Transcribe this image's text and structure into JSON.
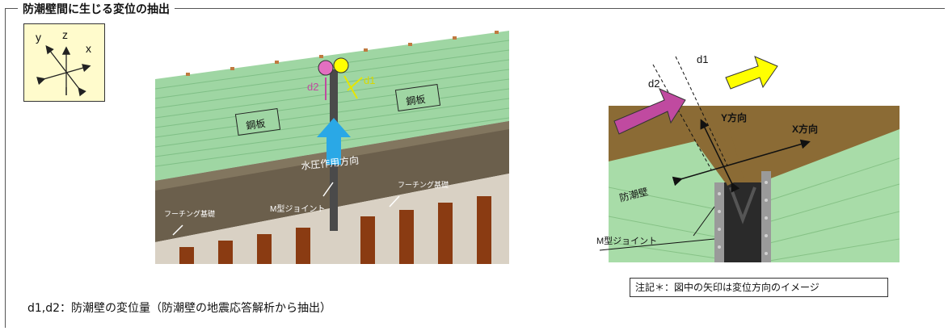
{
  "frame": {
    "title": "防潮壁間に生じる変位の抽出"
  },
  "axis_legend": {
    "y": "y",
    "z": "z",
    "x": "x"
  },
  "left_figure": {
    "label_d1": "d1",
    "label_d2": "d2",
    "steel_plate_left": "鋼板",
    "steel_plate_right": "鋼板",
    "water_pressure": "水圧作用方向",
    "m_joint": "M型ジョイント",
    "footing_left": "フーチング基礎",
    "footing_right": "フーチング基礎"
  },
  "right_figure": {
    "label_d1": "d1",
    "label_d2": "d2",
    "y_direction": "Y方向",
    "x_direction": "X方向",
    "seawall": "防潮壁",
    "m_joint": "M型ジョイント"
  },
  "caption": "d1,d2：防潮壁の変位量（防潮壁の地震応答解析から抽出）",
  "note": "注記＊：図中の矢印は変位方向のイメージ",
  "colors": {
    "green_panel": "#9fd6a3",
    "concrete": "#6b5f4c",
    "pile": "#8a3b12",
    "yellow": "#ffff00",
    "magenta": "#c04aa0",
    "blue_arrow": "#2aa8e6",
    "ground_brown": "#8b6b35"
  }
}
